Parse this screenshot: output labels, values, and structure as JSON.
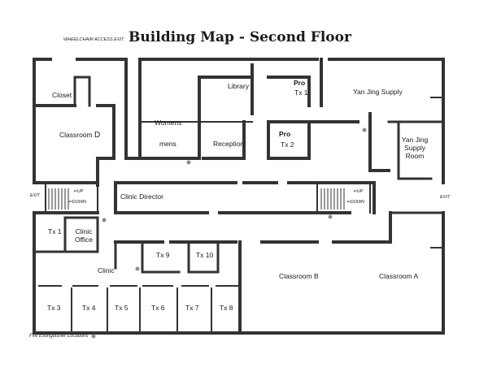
{
  "title": "Building Map - Second Floor",
  "wheelchair_exit": "WHEELCHAIR ACCESS EXIT",
  "exits": {
    "left": "EXIT",
    "right": "EXIT"
  },
  "stairs": {
    "up": "UP",
    "down": "DOWN"
  },
  "rooms": {
    "closet": "Closet",
    "classroom_d": "Classroom",
    "classroom_d_letter": "D",
    "womens": "Womens",
    "mens": "mens",
    "library": "Library",
    "reception": "Reception",
    "pro_tx1_bold": "Pro",
    "pro_tx1": "Tx 1",
    "pro_tx2_bold": "Pro",
    "pro_tx2": "Tx 2",
    "yan_jing_supply": "Yan Jing Supply",
    "yan_jing_supply_room_1": "Yan Jing",
    "yan_jing_supply_room_2": "Supply",
    "yan_jing_supply_room_3": "Room",
    "clinic_director": "Clinic Director",
    "tx1": "Tx 1",
    "clinic_office_1": "Clinic",
    "clinic_office_2": "Office",
    "clinic": "Clinic",
    "tx9": "Tx 9",
    "tx10": "Tx 10",
    "classroom_b": "Classroom B",
    "classroom_a": "Classroom A",
    "tx3": "Tx 3",
    "tx4": "Tx 4",
    "tx5": "Tx 5",
    "tx6": "Tx 6",
    "tx7": "Tx 7",
    "tx8": "Tx 8"
  },
  "legend": "Fire Extinguisher Locations",
  "colors": {
    "wall": "#333333",
    "extinguisher": "#8c8c8c"
  }
}
